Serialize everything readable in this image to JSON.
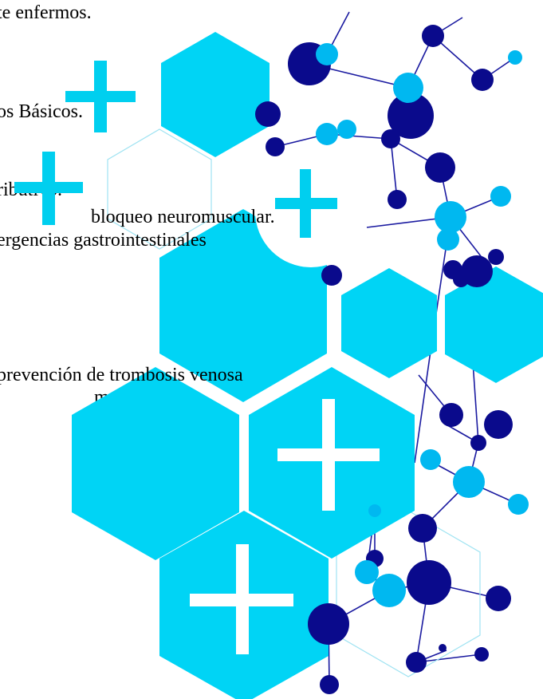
{
  "document": {
    "lines": [
      "te enfermos.",
      "os Básicos.",
      "ributivo.",
      "bloqueo neuromuscular.",
      "ergencias gastrointestinales",
      "prevención de trombosis venosa",
      "mecánica."
    ]
  },
  "colors": {
    "text": "#000000",
    "light_cyan": "#00d4f5",
    "sky_blue": "#00b8f0",
    "navy": "#0a0a8c",
    "hex_outline": "#9fe3f2",
    "plus_on_white": "#00cfef",
    "plus_on_cyan": "#ffffff"
  },
  "icons": [
    "plus-icon",
    "hexagon-shape",
    "molecule-node",
    "molecule-bond"
  ]
}
